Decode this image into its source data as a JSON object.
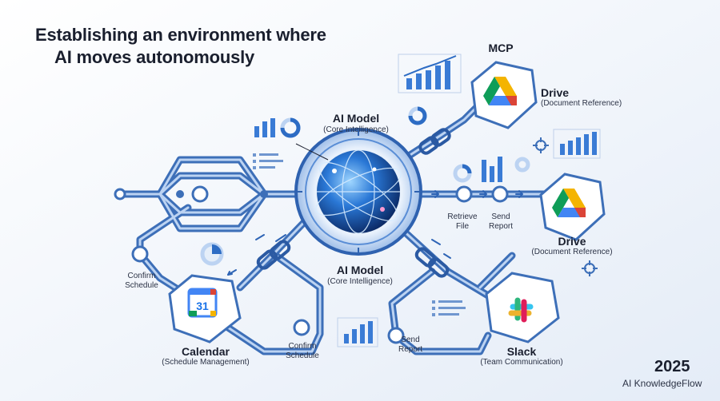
{
  "title": {
    "line1": "Establishing an environment where",
    "line2": "AI moves autonomously"
  },
  "nodes": {
    "mcp": "MCP",
    "ai_model_top": {
      "label": "AI Model",
      "sub": "(Core Intelligence)"
    },
    "ai_model_bottom": {
      "label": "AI Model",
      "sub": "(Core Intelligence)"
    },
    "drive_top": {
      "label": "Drive",
      "sub": "(Document Reference)"
    },
    "drive_mid": {
      "label": "Drive",
      "sub": "(Document Reference)"
    },
    "calendar": {
      "label": "Calendar",
      "sub": "(Schedule Management)",
      "day": "31"
    },
    "slack": {
      "label": "Slack",
      "sub": "(Team Communication)"
    }
  },
  "actions": {
    "retrieve_file": [
      "Retrieve",
      "File"
    ],
    "send_report_top": [
      "Send",
      "Report"
    ],
    "confirm_schedule_left": [
      "Confirm",
      "Schedule"
    ],
    "confirm_schedule_bottom": [
      "Confirm",
      "Schedule"
    ],
    "send_report_bottom": [
      "Send",
      "Report"
    ]
  },
  "footer": {
    "year": "2025",
    "brand": "AI KnowledgeFlow"
  },
  "colors": {
    "pipe": "#3d6fb8",
    "pipe_light": "#8fb3e6",
    "accent": "#1f5fbf",
    "google_blue": "#4285f4",
    "google_green": "#0f9d58",
    "google_yellow": "#f4b400",
    "google_red": "#db4437",
    "slack_purple": "#4a154b"
  },
  "icons": [
    "globe-icon",
    "google-drive-icon",
    "google-calendar-icon",
    "slack-icon",
    "bar-chart-icon",
    "donut-chart-icon",
    "chain-link-icon",
    "crosshair-icon"
  ]
}
